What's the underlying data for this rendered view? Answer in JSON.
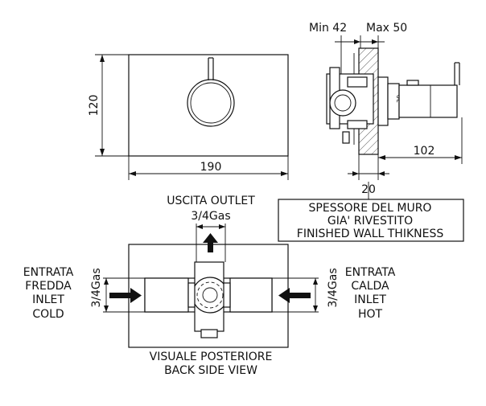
{
  "front_view": {
    "width_label": "190",
    "height_label": "120"
  },
  "side_view": {
    "min_label": "Min 42",
    "max_label": "Max 50",
    "depth_label": "102",
    "wall_label": "20",
    "knob_mark": "30"
  },
  "outlet": {
    "line1": "USCITA  OUTLET",
    "line2": "3/4Gas"
  },
  "wall_note": {
    "line1": "SPESSORE DEL MURO",
    "line2": "GIA' RIVESTITO",
    "line3": "FINISHED WALL THIKNESS"
  },
  "cold_inlet": {
    "line1": "ENTRATA",
    "line2": "FREDDA",
    "line3": "INLET",
    "line4": "COLD",
    "gas": "3/4Gas"
  },
  "hot_inlet": {
    "line1": "ENTRATA",
    "line2": "CALDA",
    "line3": "INLET",
    "line4": "HOT",
    "gas": "3/4Gas"
  },
  "back_view": {
    "line1": "VISUALE POSTERIORE",
    "line2": "BACK SIDE VIEW"
  }
}
